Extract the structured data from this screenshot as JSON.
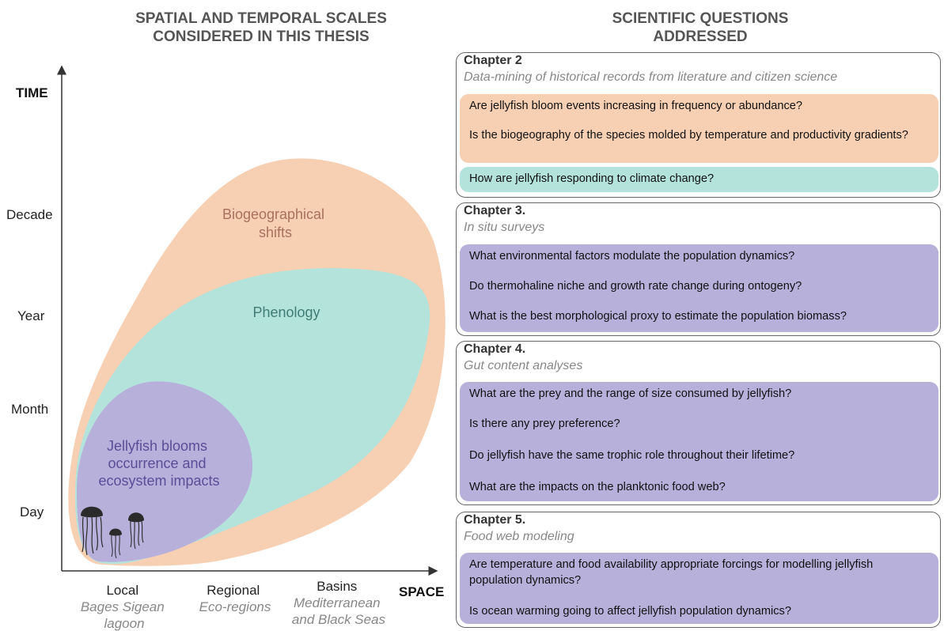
{
  "left_heading": [
    "SPATIAL AND TEMPORAL SCALES",
    "CONSIDERED IN THIS THESIS"
  ],
  "right_heading": [
    "SCIENTIFIC QUESTIONS",
    "ADDRESSED"
  ],
  "diagram": {
    "time_axis_label": "TIME",
    "space_axis_label": "SPACE",
    "time_ticks": [
      "Decade",
      "Year",
      "Month",
      "Day"
    ],
    "space_ticks": [
      {
        "main": "Local",
        "sub": [
          "Bages Sigean",
          "lagoon"
        ]
      },
      {
        "main": "Regional",
        "sub": [
          "Eco-regions"
        ]
      },
      {
        "main": "Basins",
        "sub": [
          "Mediterranean",
          "and Black Seas"
        ]
      }
    ],
    "blobs": {
      "biogeo": {
        "lines": [
          "Biogeographical",
          "shifts"
        ],
        "fill": "#f7cfb3",
        "text_color": "#a9705e"
      },
      "phenology": {
        "lines": [
          "Phenology"
        ],
        "fill": "#b4e3dc",
        "text_color": "#3e7d75"
      },
      "blooms": {
        "lines": [
          "Jellyfish blooms",
          "occurrence and",
          "ecosystem impacts"
        ],
        "fill": "#b6b0da",
        "text_color": "#5d4d99"
      }
    }
  },
  "chapters": [
    {
      "title": "Chapter 2",
      "subtitle": "Data-mining of historical records from literature and citizen science",
      "boxes": [
        {
          "color": "orange",
          "questions": [
            "Are jellyfish bloom events increasing in frequency or abundance?",
            "Is the biogeography of the species molded by temperature and productivity gradients?"
          ]
        },
        {
          "color": "teal",
          "questions": [
            "How are jellyfish responding to climate change?"
          ]
        }
      ]
    },
    {
      "title": "Chapter 3.",
      "subtitle": "In situ surveys",
      "boxes": [
        {
          "color": "purple",
          "questions": [
            "What environmental factors modulate the population dynamics?",
            "Do thermohaline niche and growth rate change during ontogeny?",
            "What is the best morphological proxy to estimate the population biomass?"
          ]
        }
      ]
    },
    {
      "title": "Chapter 4.",
      "subtitle": "Gut content analyses",
      "boxes": [
        {
          "color": "purple",
          "questions": [
            "What are the prey and the range of size consumed by jellyfish?",
            "Is there any prey preference?",
            "Do jellyfish have the same trophic role throughout their lifetime?",
            "What are the impacts on the planktonic food web?"
          ]
        }
      ]
    },
    {
      "title": "Chapter 5.",
      "subtitle": "Food web modeling",
      "boxes": [
        {
          "color": "purple",
          "questions": [
            "Are temperature and food availability appropriate forcings for modelling jellyfish population dynamics?",
            "Is ocean warming going to affect jellyfish population dynamics?"
          ]
        }
      ]
    }
  ]
}
